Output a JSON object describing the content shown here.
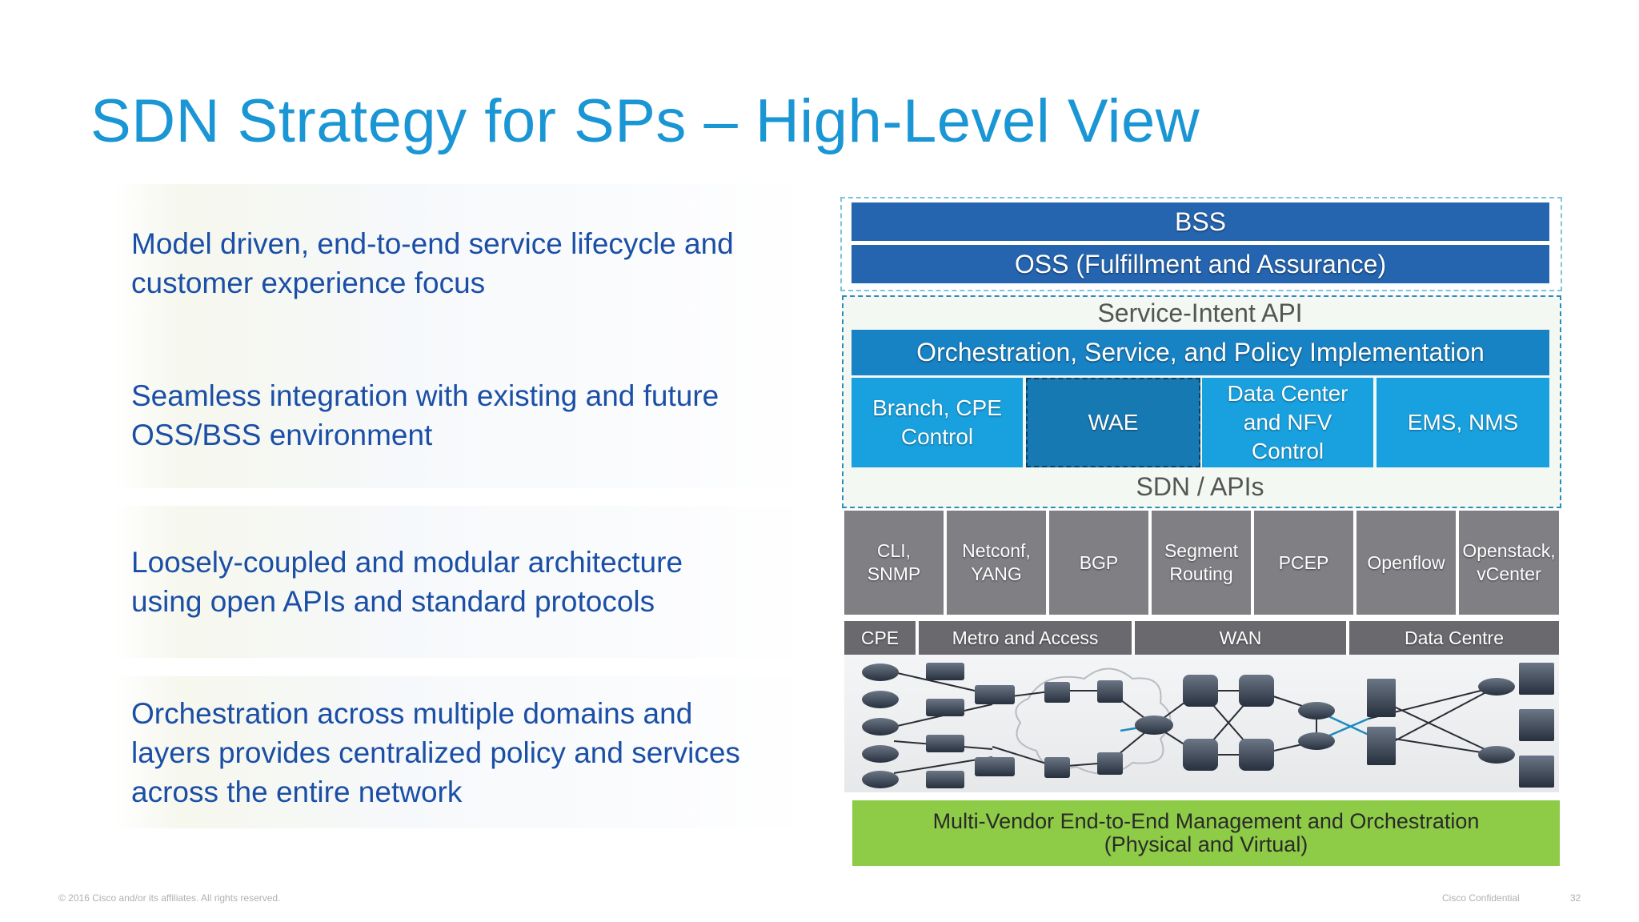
{
  "title": "SDN Strategy for SPs – High-Level View",
  "bullets": [
    {
      "line1": "Model driven, end-to-end service lifecycle and",
      "line2": "customer experience focus",
      "line3": ""
    },
    {
      "line1": "Seamless integration with existing and future",
      "line2": "OSS/BSS environment",
      "line3": ""
    },
    {
      "line1": "Loosely-coupled and modular architecture",
      "line2": "using open APIs and standard protocols",
      "line3": ""
    },
    {
      "line1": "Orchestration across multiple domains and",
      "line2": "layers provides centralized policy and services",
      "line3": "across the entire network"
    }
  ],
  "diagram": {
    "bss": "BSS",
    "oss": "OSS (Fulfillment and Assurance)",
    "service_intent_api": "Service-Intent API",
    "orchestration": "Orchestration, Service, and Policy Implementation",
    "controls": [
      {
        "line1": "Branch, CPE",
        "line2": "Control",
        "line3": ""
      },
      {
        "line1": "WAE",
        "line2": "",
        "line3": ""
      },
      {
        "line1": "Data Center",
        "line2": "and NFV",
        "line3": "Control"
      },
      {
        "line1": "EMS, NMS",
        "line2": "",
        "line3": ""
      }
    ],
    "sdn_apis": "SDN / APIs",
    "protocols": [
      {
        "line1": "CLI,",
        "line2": "SNMP"
      },
      {
        "line1": "Netconf,",
        "line2": "YANG"
      },
      {
        "line1": "BGP",
        "line2": ""
      },
      {
        "line1": "Segment",
        "line2": "Routing"
      },
      {
        "line1": "PCEP",
        "line2": ""
      },
      {
        "line1": "Openflow",
        "line2": ""
      },
      {
        "line1": "Openstack,",
        "line2": "vCenter"
      }
    ],
    "domains": [
      "CPE",
      "Metro and Access",
      "WAN",
      "Data Centre"
    ],
    "management_line1": "Multi-Vendor End-to-End Management and Orchestration",
    "management_line2": "(Physical and Virtual)",
    "colors": {
      "blue_dark": "#2565b0",
      "blue_orch": "#1782c4",
      "blue_ctrl": "#19a1df",
      "gray_proto": "#7f7f84",
      "green": "#8ecb47"
    }
  },
  "footer": {
    "copyright": "© 2016 Cisco and/or its affiliates. All rights reserved.",
    "confidential": "Cisco Confidential",
    "page": "32"
  }
}
